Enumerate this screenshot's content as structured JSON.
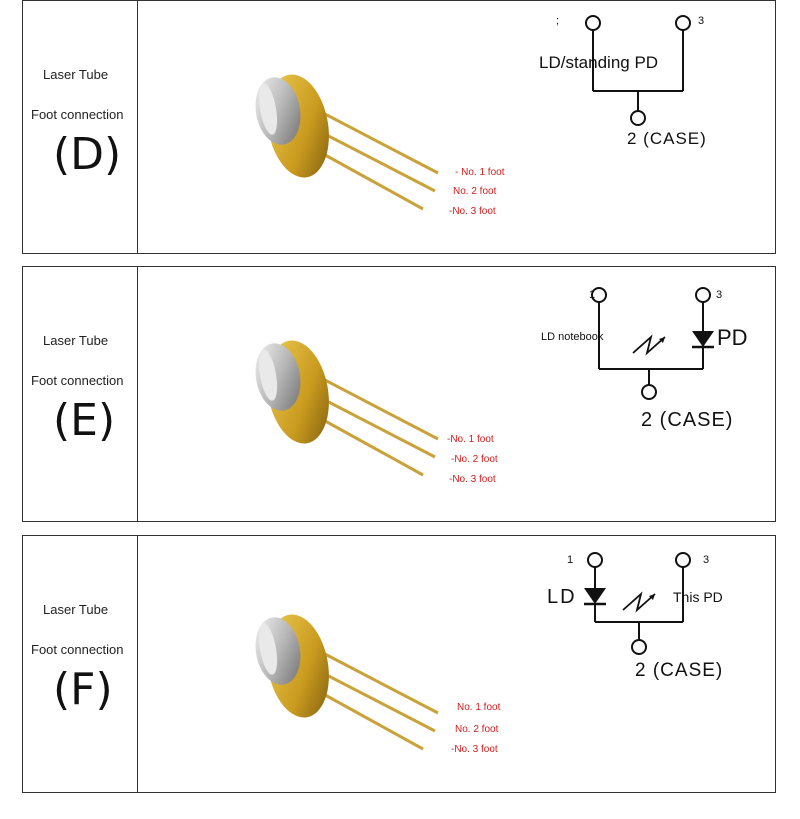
{
  "panels": [
    {
      "id": "D",
      "laser_tube": "Laser Tube",
      "foot_connection": "Foot connection",
      "letter": "(D)",
      "pins": [
        "- No. 1 foot",
        "No. 2 foot",
        "-No. 3 foot"
      ],
      "schematic": {
        "pin1": ";",
        "pin3": "3",
        "title": "LD/standing PD",
        "case": "2 (CASE)"
      }
    },
    {
      "id": "E",
      "laser_tube": "Laser Tube",
      "foot_connection": "Foot connection",
      "letter": "(E)",
      "pins": [
        "-No. 1 foot",
        "-No. 2 foot",
        "-No. 3 foot"
      ],
      "schematic": {
        "pin1": "1",
        "pin3": "3",
        "title": "LD notebook",
        "pd": "PD",
        "case": "2 (CASE)"
      }
    },
    {
      "id": "F",
      "laser_tube": "Laser Tube",
      "foot_connection": "Foot connection",
      "letter": "(F)",
      "pins": [
        "No. 1 foot",
        "No. 2 foot",
        "-No. 3 foot"
      ],
      "schematic": {
        "pin1": "1",
        "pin3": "3",
        "ld": "LD",
        "title": "This PD",
        "case": "2 (CASE)"
      }
    }
  ],
  "colors": {
    "label_red": "#d01e1e",
    "gold": "#c99a1e",
    "metal": "#b9b9b9"
  }
}
